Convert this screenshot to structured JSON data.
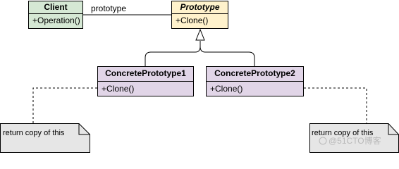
{
  "classes": {
    "client": {
      "name": "Client",
      "operation": "+Operation()"
    },
    "prototype": {
      "name": "Prototype",
      "operation": "+Clone()"
    },
    "concrete1": {
      "name": "ConcretePrototype1",
      "operation": "+Clone()"
    },
    "concrete2": {
      "name": "ConcretePrototype2",
      "operation": "+Clone()"
    }
  },
  "association_label": "prototype",
  "notes": {
    "left": "return copy of this",
    "right": "return copy of this"
  },
  "watermark": "@51CTO博客",
  "colors": {
    "client_fill": "#d5e8d4",
    "prototype_fill": "#fff2cc",
    "concrete_fill": "#e1d5e7",
    "note_fill": "#e6e6e6"
  }
}
